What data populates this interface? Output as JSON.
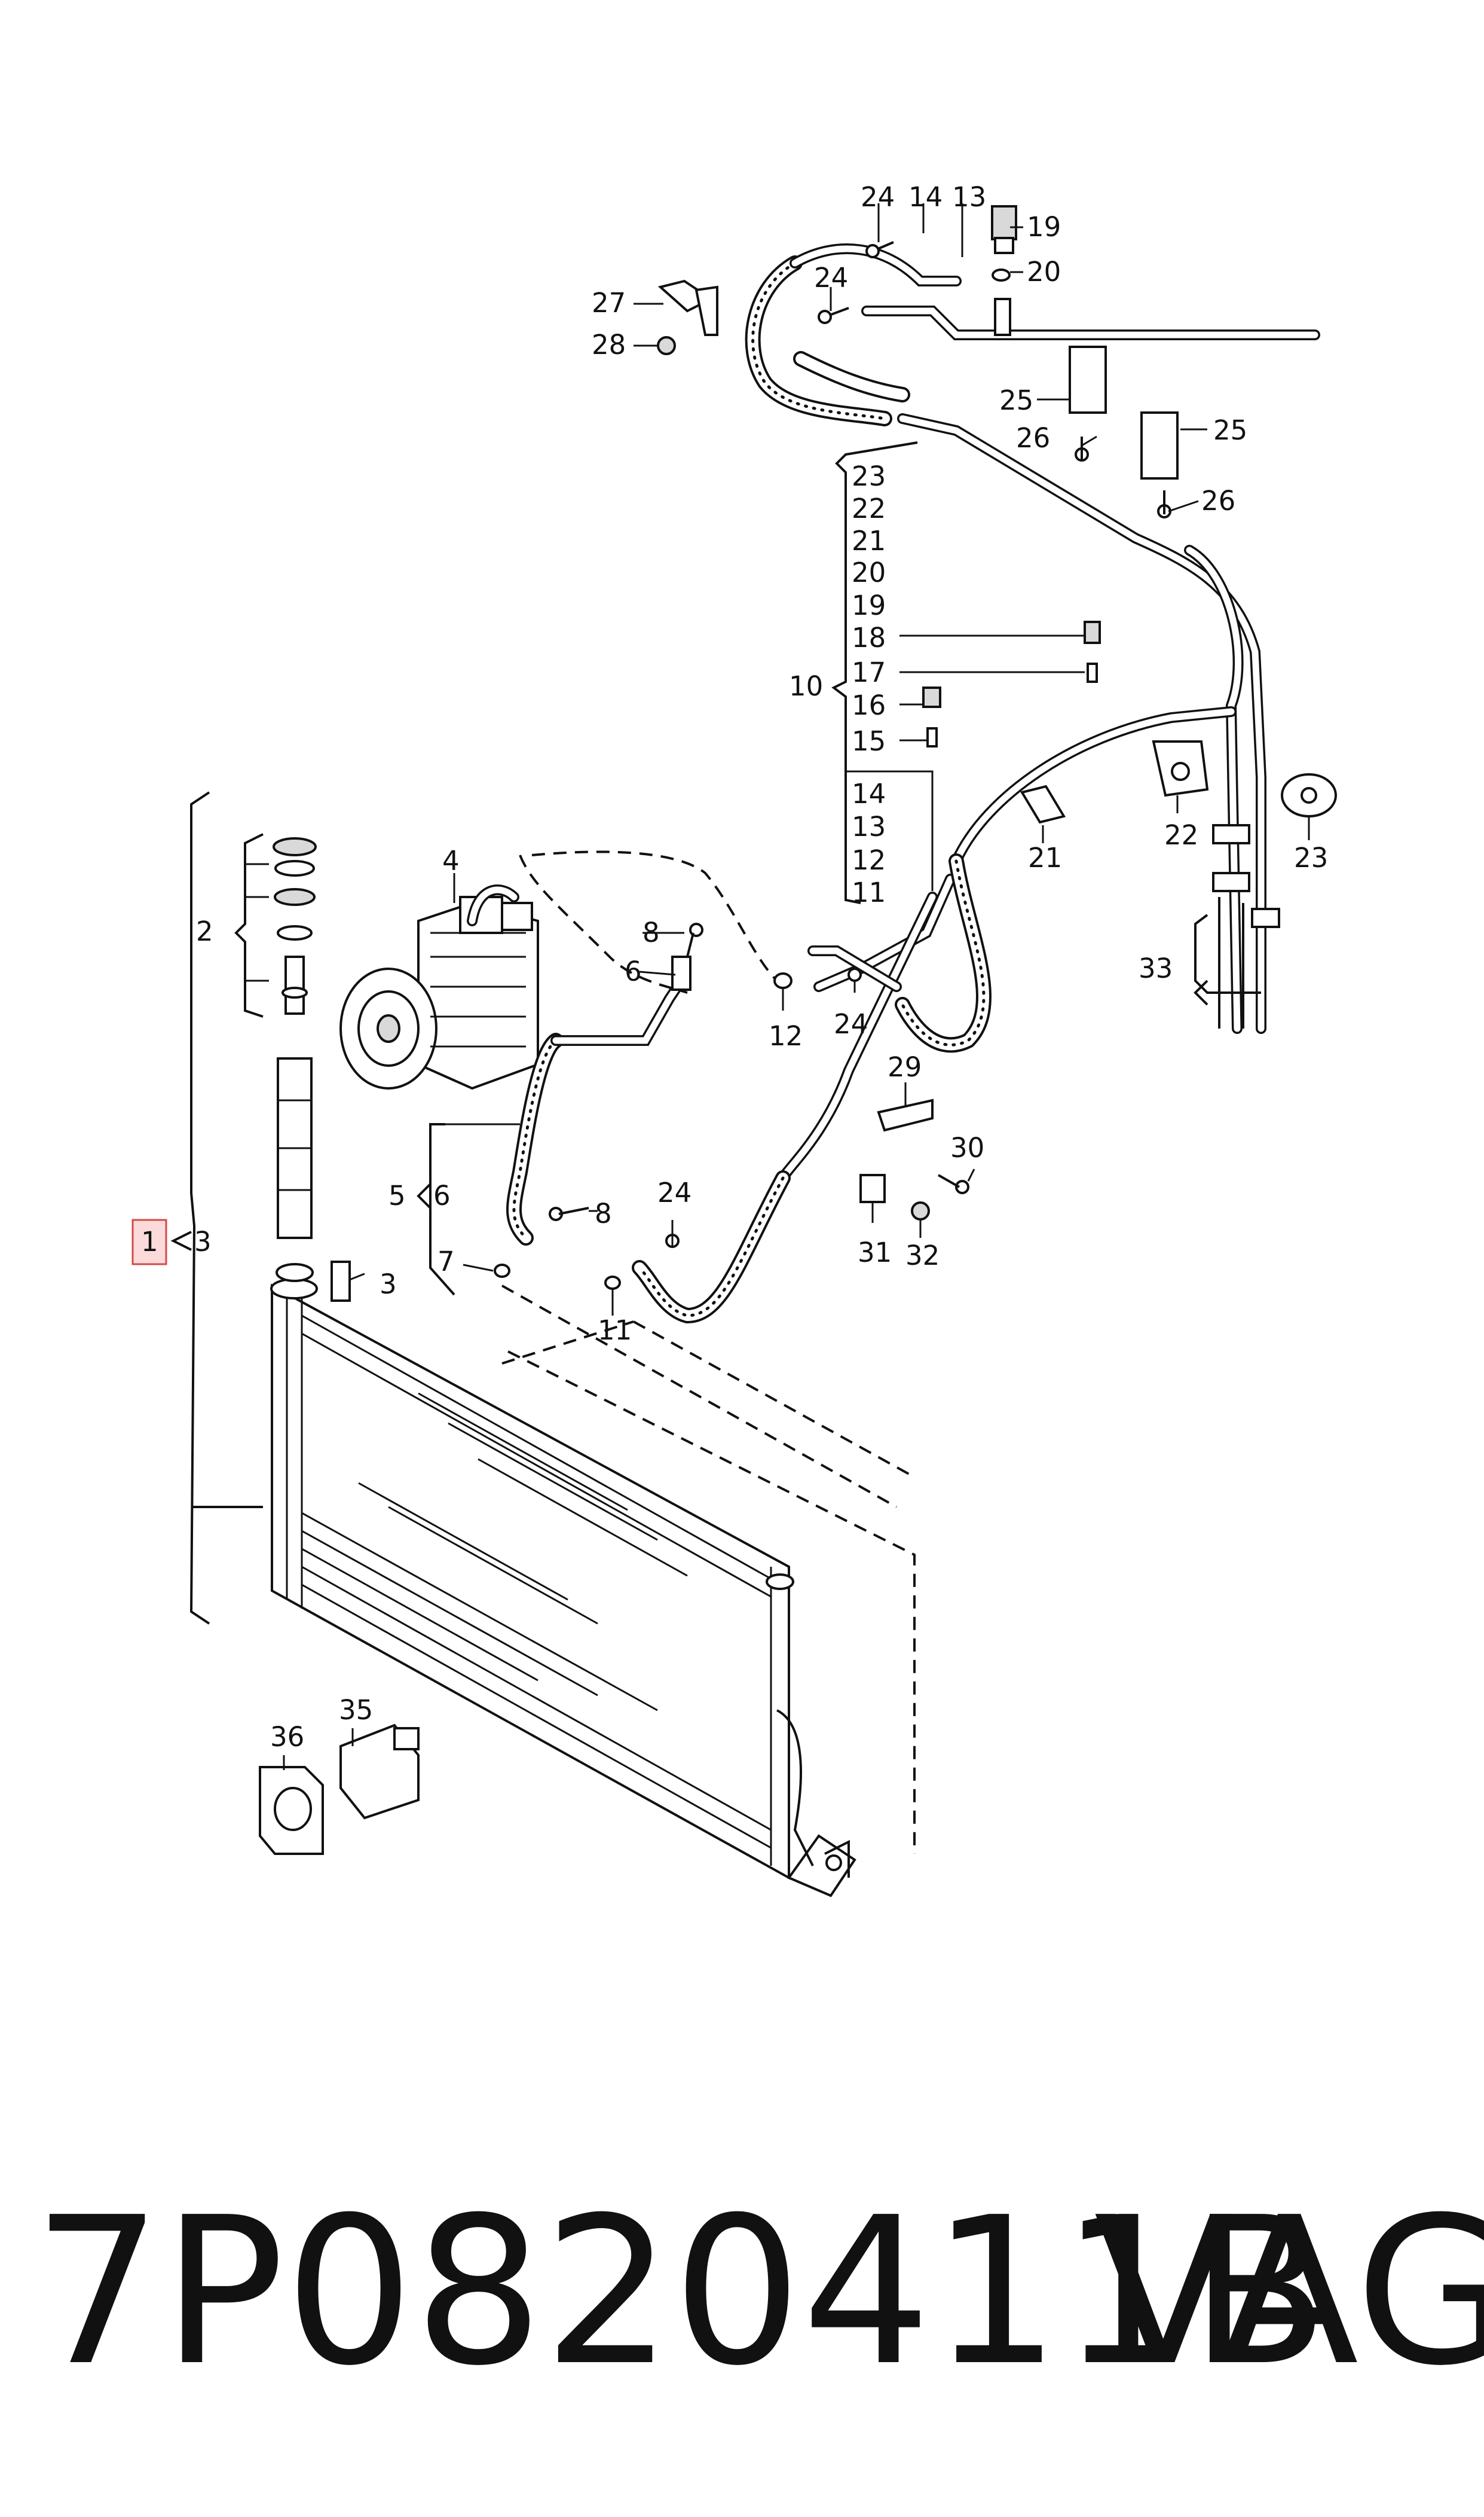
{
  "footer": {
    "part_number": "7P0820411B",
    "brand": "VAG"
  },
  "highlighted_callout": "1",
  "callouts": {
    "c1": "1",
    "c3a": "3",
    "c3b": "3",
    "c2": "2",
    "c4": "4",
    "c5": "5",
    "c6a": "6",
    "c6b": "6",
    "c7": "7",
    "c8a": "8",
    "c8b": "8",
    "c10": "10",
    "c11a": "11",
    "c11b": "11",
    "c12a": "12",
    "c12b": "12",
    "c13a": "13",
    "c13b": "13",
    "c14a": "14",
    "c14b": "14",
    "c15": "15",
    "c16": "16",
    "c17": "17",
    "c18": "18",
    "c19a": "19",
    "c19b": "19",
    "c20a": "20",
    "c20b": "20",
    "c21a": "21",
    "c21b": "21",
    "c22a": "22",
    "c22b": "22",
    "c23a": "23",
    "c23b": "23",
    "c24a": "24",
    "c24b": "24",
    "c24c": "24",
    "c24d": "24",
    "c25a": "25",
    "c25b": "25",
    "c26a": "26",
    "c26b": "26",
    "c27": "27",
    "c28": "28",
    "c29": "29",
    "c30": "30",
    "c31": "31",
    "c32": "32",
    "c33": "33",
    "c35": "35",
    "c36": "36"
  }
}
